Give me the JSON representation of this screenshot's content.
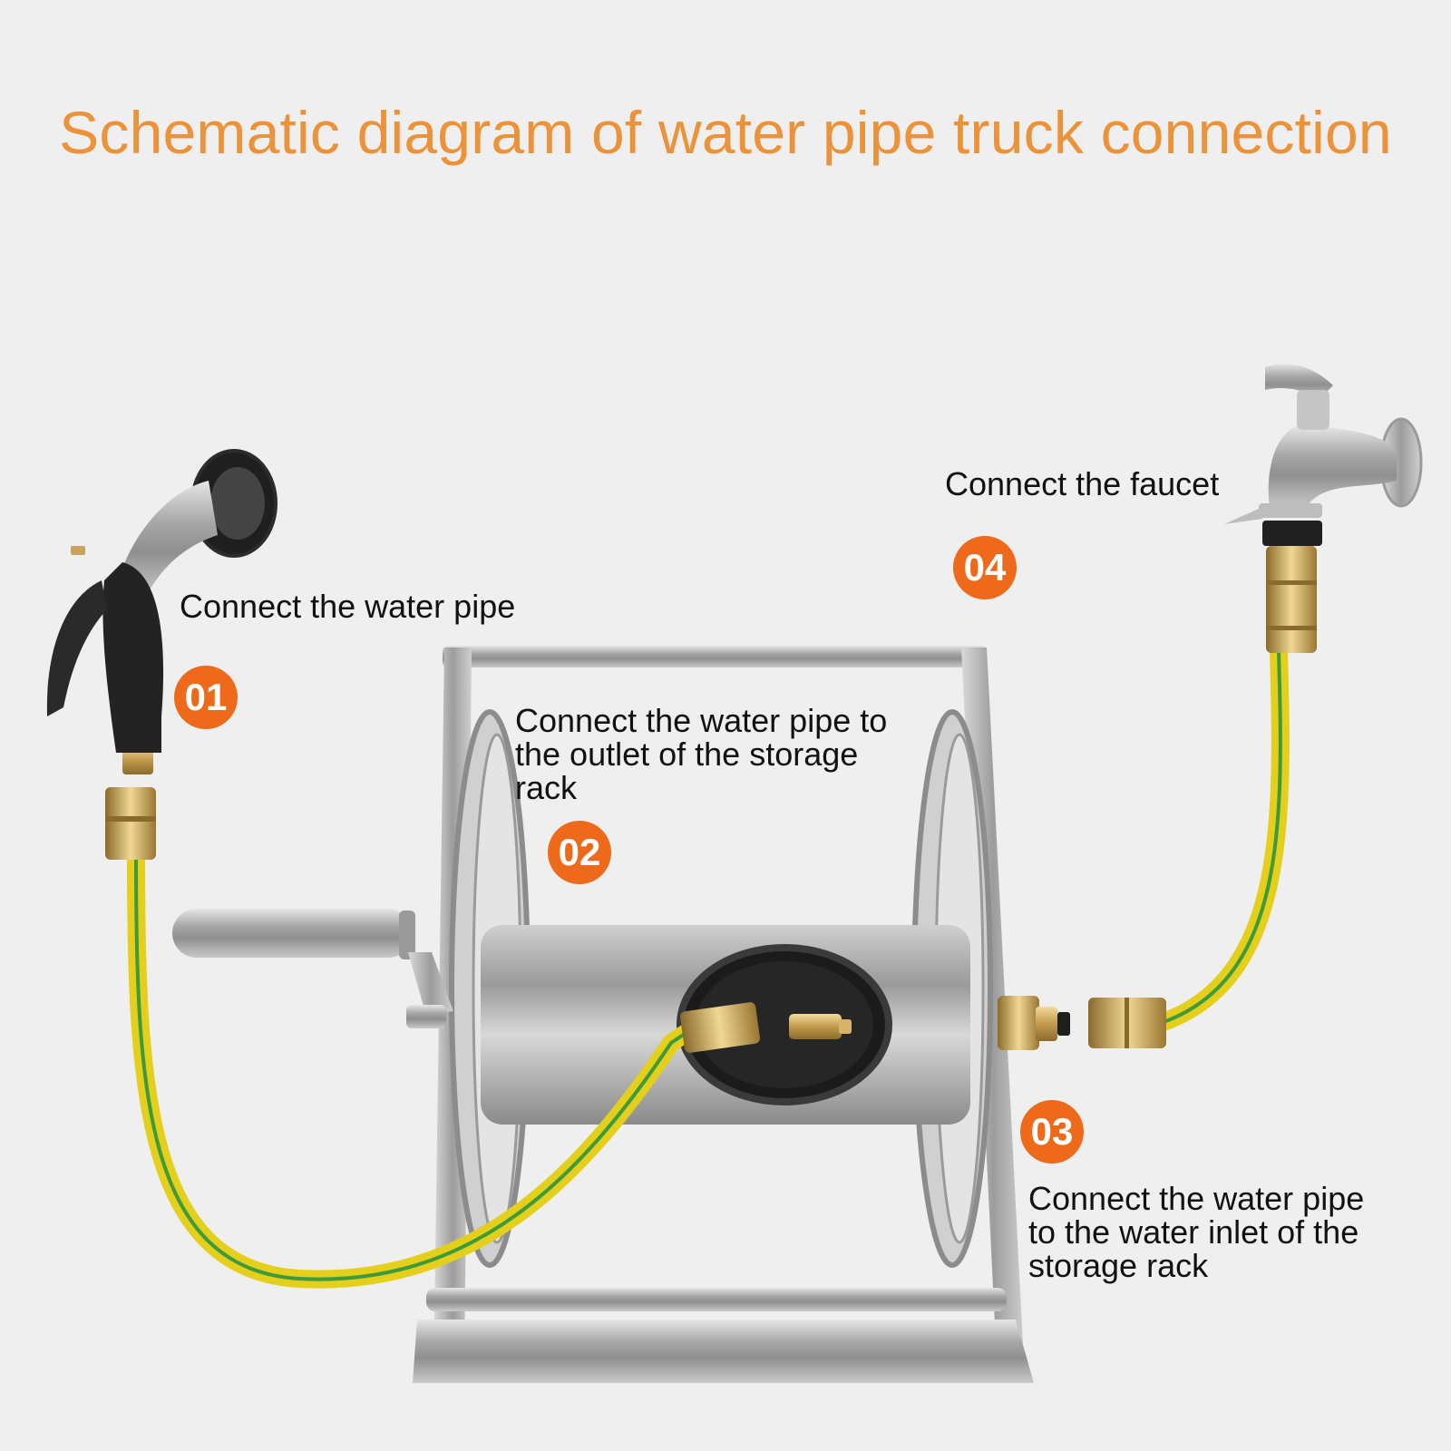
{
  "title": "Schematic diagram of water pipe truck connection",
  "steps": [
    {
      "number": "01",
      "label": "Connect the water pipe"
    },
    {
      "number": "02",
      "label": "Connect the water pipe to\nthe outlet of the storage\nrack"
    },
    {
      "number": "03",
      "label": "Connect the water pipe\nto the water inlet of the\nstorage rack"
    },
    {
      "number": "04",
      "label": "Connect the faucet"
    }
  ],
  "colors": {
    "title": "#ec9238",
    "badge": "#ee6a1a",
    "hose": "#e3cf1c",
    "hose_stripe": "#3f9a3a",
    "brass": "#c9a45a",
    "steel": "#b8b8b8"
  }
}
